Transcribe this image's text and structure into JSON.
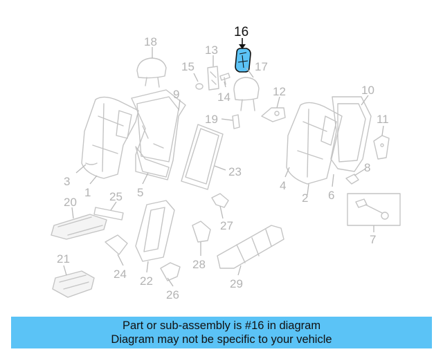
{
  "diagram": {
    "highlight_color": "#5bc3f6",
    "highlight_callout": "16",
    "callouts": {
      "c1": "1",
      "c2": "2",
      "c3": "3",
      "c4": "4",
      "c5": "5",
      "c6": "6",
      "c7": "7",
      "c8": "8",
      "c9": "9",
      "c10": "10",
      "c11": "11",
      "c12": "12",
      "c13": "13",
      "c14": "14",
      "c15": "15",
      "c16": "16",
      "c17": "17",
      "c18": "18",
      "c19": "19",
      "c20": "20",
      "c21": "21",
      "c22": "22",
      "c23": "23",
      "c24": "24",
      "c25": "25",
      "c26": "26",
      "c27": "27",
      "c28": "28",
      "c29": "29"
    }
  },
  "banner": {
    "line1": "Part or sub-assembly is #16 in diagram",
    "line2": "Diagram may not be specific to your vehicle",
    "background": "#5bc3f6"
  }
}
